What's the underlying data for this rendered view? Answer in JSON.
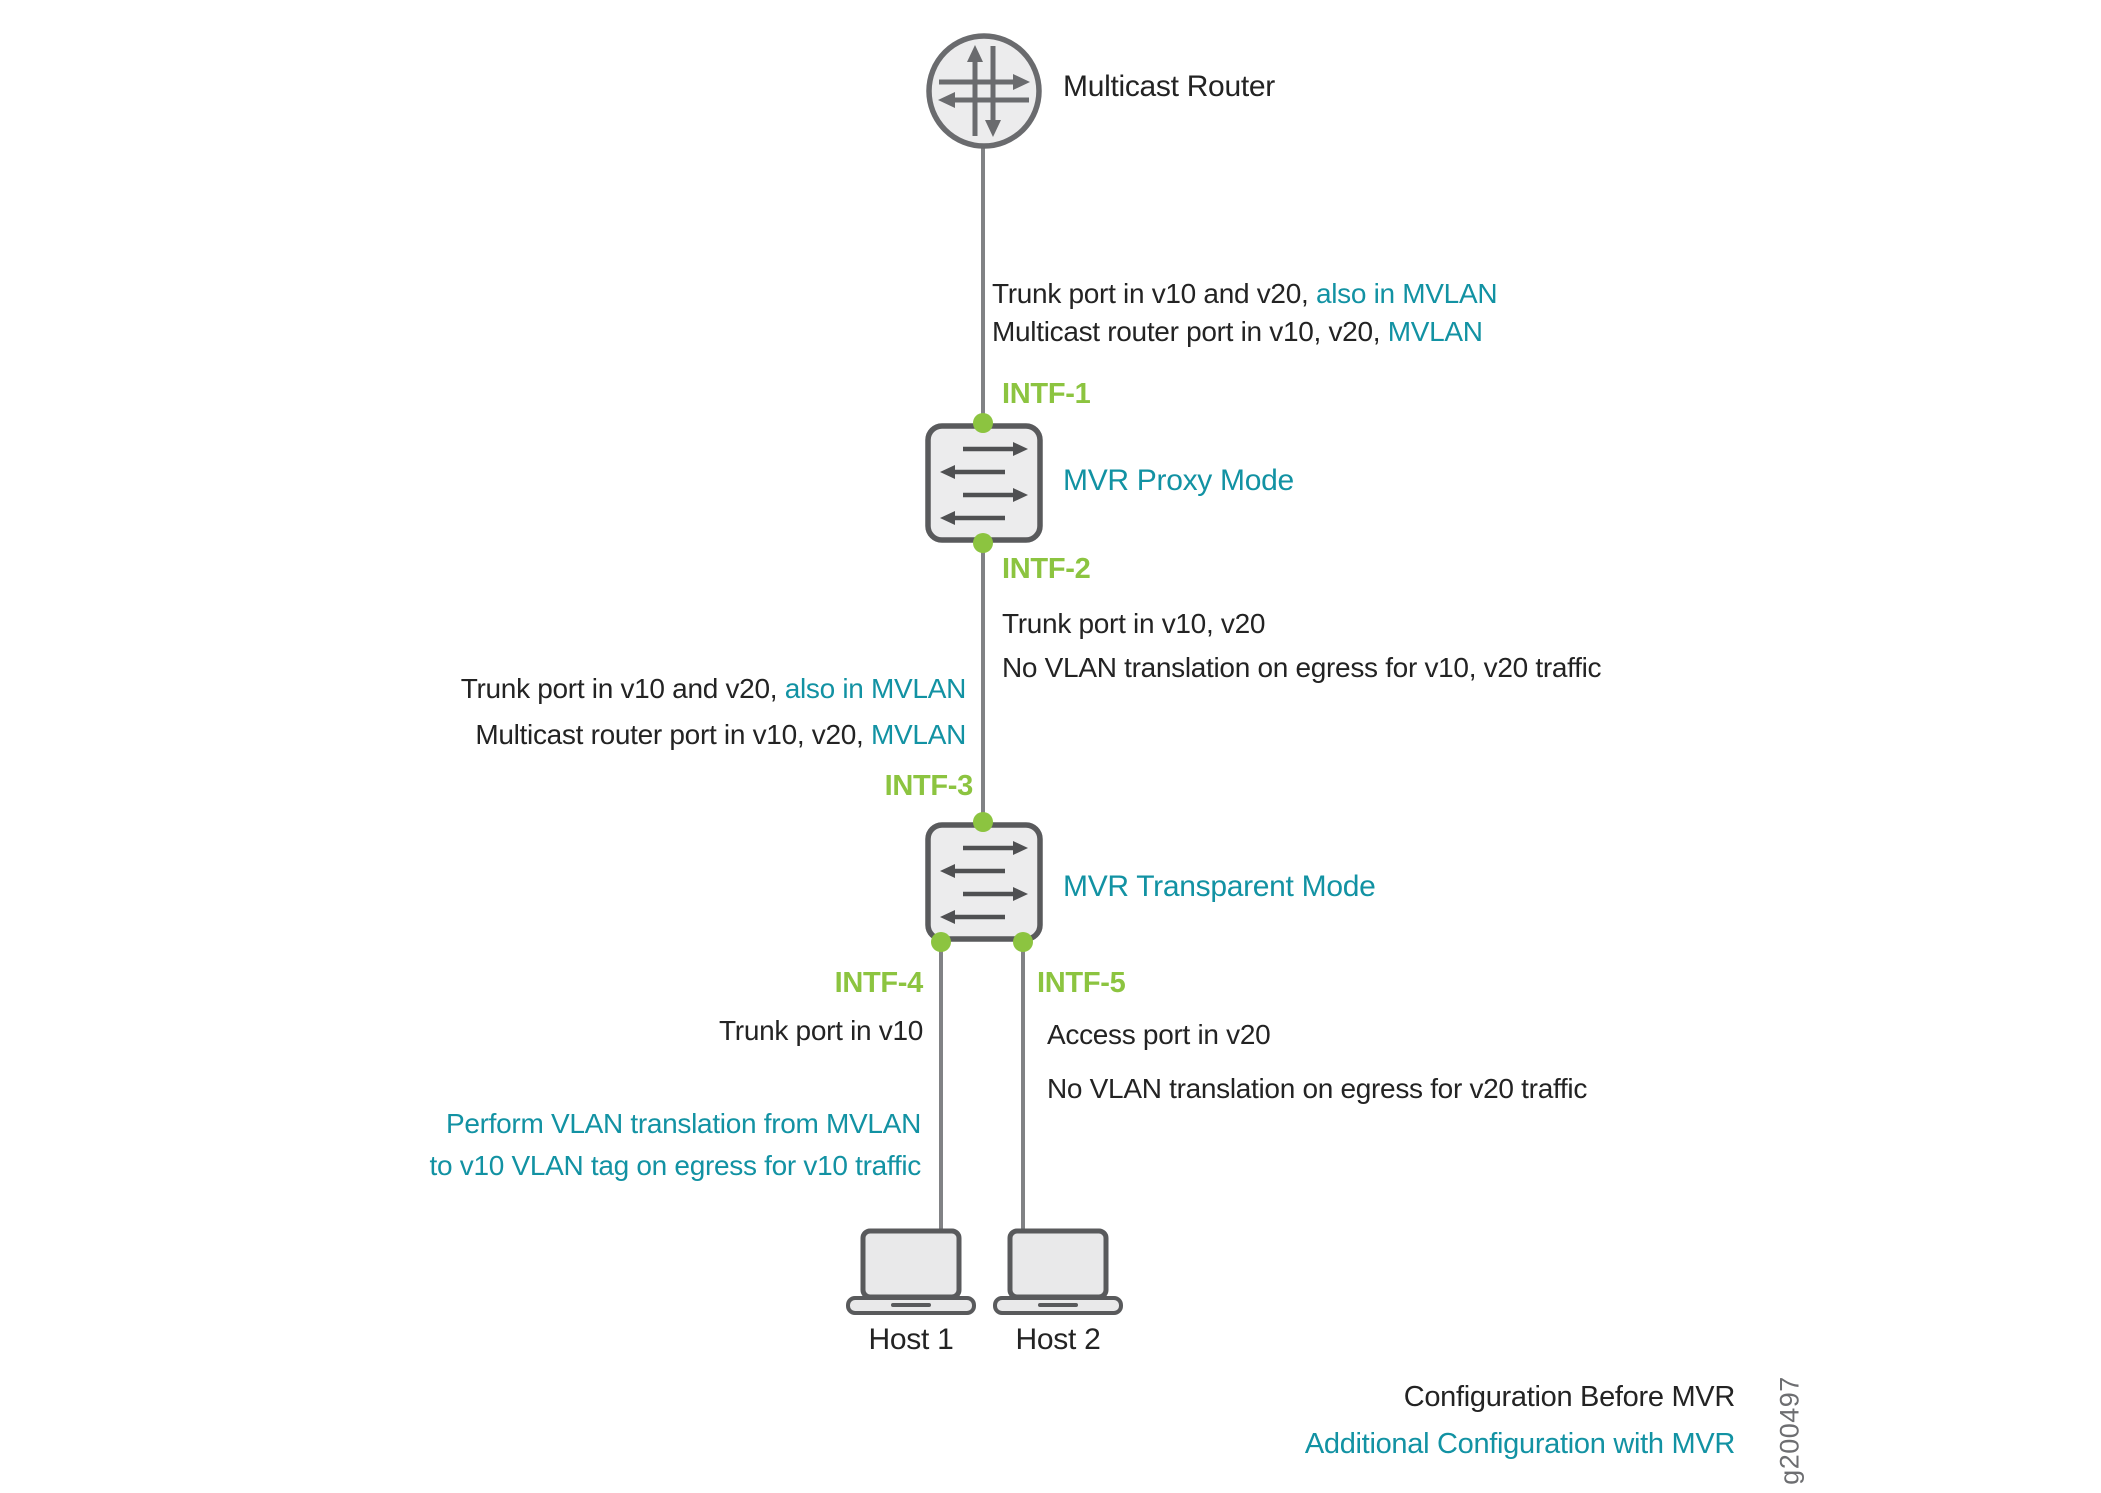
{
  "colors": {
    "teal": "#1292a3",
    "green": "#8cc440",
    "line_gray": "#818285",
    "icon_gray": "#595a5c",
    "router_gray": "#6a6b6e",
    "fill_gray": "#ececed",
    "text": "#232323",
    "gnum_gray": "#6d6e71"
  },
  "nodes": {
    "router": {
      "label": "Multicast Router"
    },
    "switch_proxy": {
      "label": "MVR Proxy Mode"
    },
    "switch_transparent": {
      "label": "MVR Transparent Mode"
    },
    "host1": {
      "label": "Host 1"
    },
    "host2": {
      "label": "Host 2"
    }
  },
  "interfaces": {
    "intf1": "INTF-1",
    "intf2": "INTF-2",
    "intf3": "INTF-3",
    "intf4": "INTF-4",
    "intf5": "INTF-5"
  },
  "annotations": {
    "router_link": {
      "l1_plain": "Trunk port in v10 and v20,",
      "l1_mvr": "also in MVLAN",
      "l2_plain": "Multicast router port in v10, v20,",
      "l2_mvr": "MVLAN"
    },
    "intf2_block": {
      "line1": "Trunk port in v10, v20",
      "line2": "No VLAN translation on egress for v10, v20 traffic"
    },
    "intf3_block": {
      "l1_plain": "Trunk port in v10 and v20,",
      "l1_mvr": "also in MVLAN",
      "l2_plain": "Multicast router port in v10, v20,",
      "l2_mvr": "MVLAN"
    },
    "intf4_block": {
      "line1": "Trunk port in v10",
      "mvr_line1": "Perform VLAN translation from MVLAN",
      "mvr_line2": "to v10 VLAN tag on egress for v10 traffic"
    },
    "intf5_block": {
      "line1": "Access port in v20",
      "line2": "No VLAN translation on egress for v20 traffic"
    }
  },
  "legend": {
    "before_mvr": "Configuration Before MVR",
    "with_mvr": "Additional Configuration with MVR"
  },
  "figure_id": "g200497"
}
